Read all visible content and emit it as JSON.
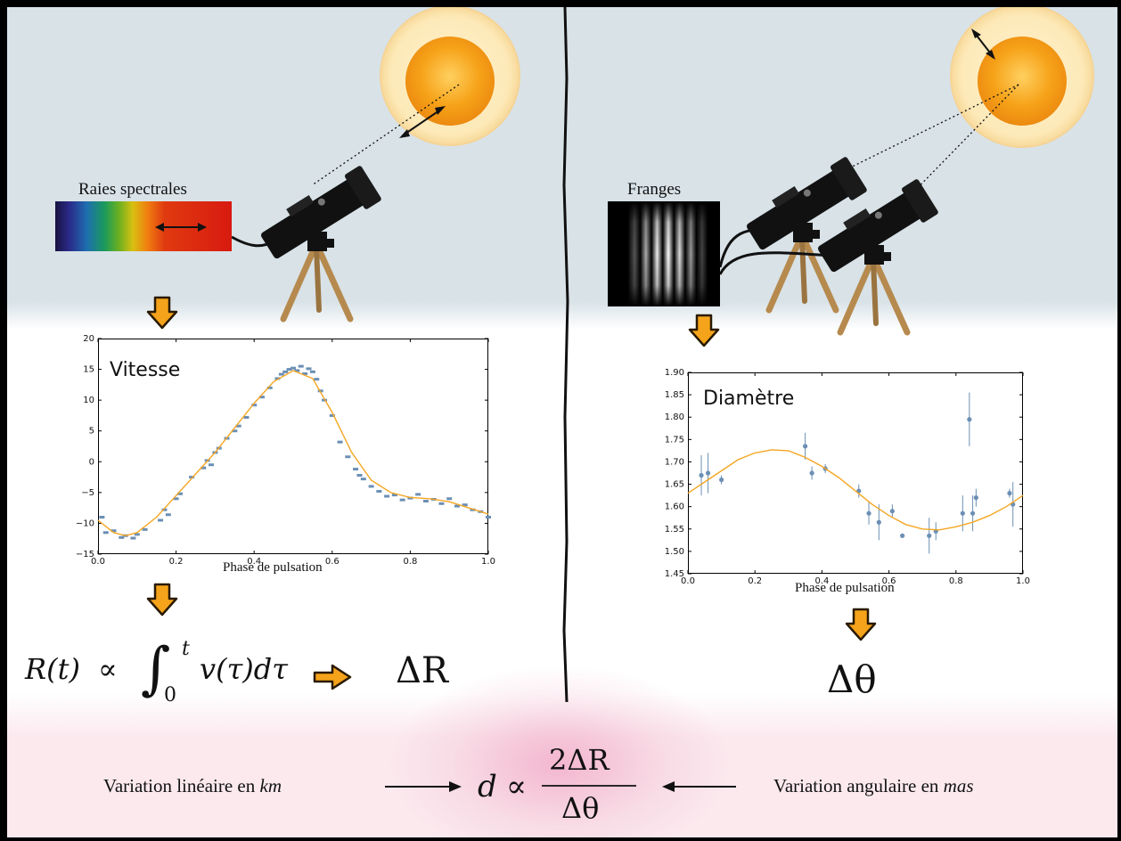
{
  "left": {
    "spectrum_label": "Raies spectrales",
    "formula": {
      "lhs": "R(t)",
      "prop": "∝",
      "upper": "t",
      "lower": "0",
      "integrand": "v(τ)dτ"
    },
    "result": "ΔR"
  },
  "right": {
    "fringes_label": "Franges",
    "result": "Δθ"
  },
  "bottom": {
    "left_text": "Variation linéaire en ",
    "left_unit": "km",
    "right_text": "Variation angulaire en ",
    "right_unit": "mas",
    "formula_lhs": "d",
    "formula_prop": "∝",
    "formula_num": "2ΔR",
    "formula_den": "Δθ"
  },
  "chart_data": [
    {
      "type": "scatter",
      "title": "Vitesse",
      "xlabel": "Phase de pulsation",
      "ylabel": "",
      "xlim": [
        0.0,
        1.0
      ],
      "ylim": [
        -15,
        20
      ],
      "xticks": [
        "0.0",
        "0.2",
        "0.4",
        "0.6",
        "0.8",
        "1.0"
      ],
      "yticks": [
        "−15",
        "−10",
        "−5",
        "0",
        "5",
        "10",
        "15",
        "20"
      ],
      "colors": {
        "points": "#6b8fb5",
        "fit": "#f5a623"
      },
      "fit": {
        "x": [
          0.0,
          0.04,
          0.07,
          0.1,
          0.15,
          0.2,
          0.25,
          0.3,
          0.35,
          0.4,
          0.45,
          0.5,
          0.55,
          0.6,
          0.65,
          0.7,
          0.75,
          0.8,
          0.85,
          0.9,
          0.95,
          1.0
        ],
        "y": [
          -9.5,
          -11.5,
          -12.0,
          -11.5,
          -9.0,
          -5.5,
          -2.0,
          1.5,
          5.5,
          9.5,
          13.0,
          14.8,
          13.5,
          8.0,
          1.5,
          -3.0,
          -5.0,
          -5.8,
          -6.0,
          -6.5,
          -7.5,
          -8.5
        ]
      },
      "points": {
        "x": [
          0.01,
          0.02,
          0.04,
          0.06,
          0.07,
          0.09,
          0.1,
          0.12,
          0.16,
          0.17,
          0.18,
          0.2,
          0.21,
          0.24,
          0.27,
          0.28,
          0.29,
          0.3,
          0.31,
          0.33,
          0.35,
          0.36,
          0.38,
          0.4,
          0.42,
          0.44,
          0.46,
          0.47,
          0.48,
          0.49,
          0.5,
          0.51,
          0.52,
          0.53,
          0.54,
          0.55,
          0.56,
          0.57,
          0.58,
          0.6,
          0.62,
          0.64,
          0.66,
          0.67,
          0.68,
          0.7,
          0.72,
          0.74,
          0.76,
          0.78,
          0.8,
          0.82,
          0.84,
          0.86,
          0.88,
          0.9,
          0.92,
          0.94,
          0.96,
          0.98,
          1.0
        ],
        "y": [
          -9.0,
          -11.5,
          -11.2,
          -12.3,
          -12.0,
          -12.4,
          -11.8,
          -11.0,
          -9.5,
          -7.8,
          -8.6,
          -6.0,
          -5.2,
          -2.5,
          -1.0,
          0.2,
          -0.5,
          1.5,
          2.2,
          3.8,
          5.0,
          5.8,
          7.2,
          9.2,
          10.5,
          12.0,
          13.5,
          14.2,
          14.6,
          15.0,
          15.2,
          14.8,
          15.5,
          14.3,
          15.1,
          14.6,
          13.4,
          11.5,
          10.0,
          7.5,
          3.2,
          0.8,
          -1.2,
          -2.2,
          -2.8,
          -4.0,
          -4.8,
          -5.6,
          -5.4,
          -6.2,
          -5.9,
          -5.3,
          -6.4,
          -6.1,
          -6.8,
          -6.0,
          -7.2,
          -7.0,
          -7.8,
          -8.1,
          -9.0
        ]
      }
    },
    {
      "type": "scatter",
      "title": "Diamètre",
      "xlabel": "Phase de pulsation",
      "ylabel": "",
      "xlim": [
        0.0,
        1.0
      ],
      "ylim": [
        1.45,
        1.9
      ],
      "xticks": [
        "0.0",
        "0.2",
        "0.4",
        "0.6",
        "0.8",
        "1.0"
      ],
      "yticks": [
        "1.45",
        "1.50",
        "1.55",
        "1.60",
        "1.65",
        "1.70",
        "1.75",
        "1.80",
        "1.85",
        "1.90"
      ],
      "colors": {
        "points": "#6b8fb5",
        "fit": "#f5a623"
      },
      "fit": {
        "x": [
          0.0,
          0.05,
          0.1,
          0.15,
          0.2,
          0.25,
          0.3,
          0.35,
          0.4,
          0.45,
          0.5,
          0.55,
          0.6,
          0.65,
          0.7,
          0.75,
          0.8,
          0.85,
          0.9,
          0.95,
          1.0
        ],
        "y": [
          1.63,
          1.655,
          1.68,
          1.705,
          1.72,
          1.727,
          1.725,
          1.71,
          1.69,
          1.665,
          1.635,
          1.605,
          1.58,
          1.56,
          1.55,
          1.548,
          1.555,
          1.565,
          1.58,
          1.6,
          1.625
        ]
      },
      "points": {
        "x": [
          0.04,
          0.06,
          0.1,
          0.35,
          0.37,
          0.41,
          0.51,
          0.54,
          0.57,
          0.61,
          0.64,
          0.72,
          0.74,
          0.82,
          0.84,
          0.85,
          0.86,
          0.96,
          0.97
        ],
        "y": [
          1.67,
          1.675,
          1.66,
          1.735,
          1.675,
          1.685,
          1.635,
          1.585,
          1.565,
          1.59,
          1.535,
          1.535,
          1.545,
          1.585,
          1.795,
          1.585,
          1.62,
          1.63,
          1.605
        ],
        "err": [
          0.045,
          0.045,
          0.01,
          0.03,
          0.015,
          0.01,
          0.015,
          0.025,
          0.04,
          0.015,
          0.005,
          0.04,
          0.02,
          0.04,
          0.06,
          0.04,
          0.02,
          0.01,
          0.05
        ]
      }
    }
  ]
}
